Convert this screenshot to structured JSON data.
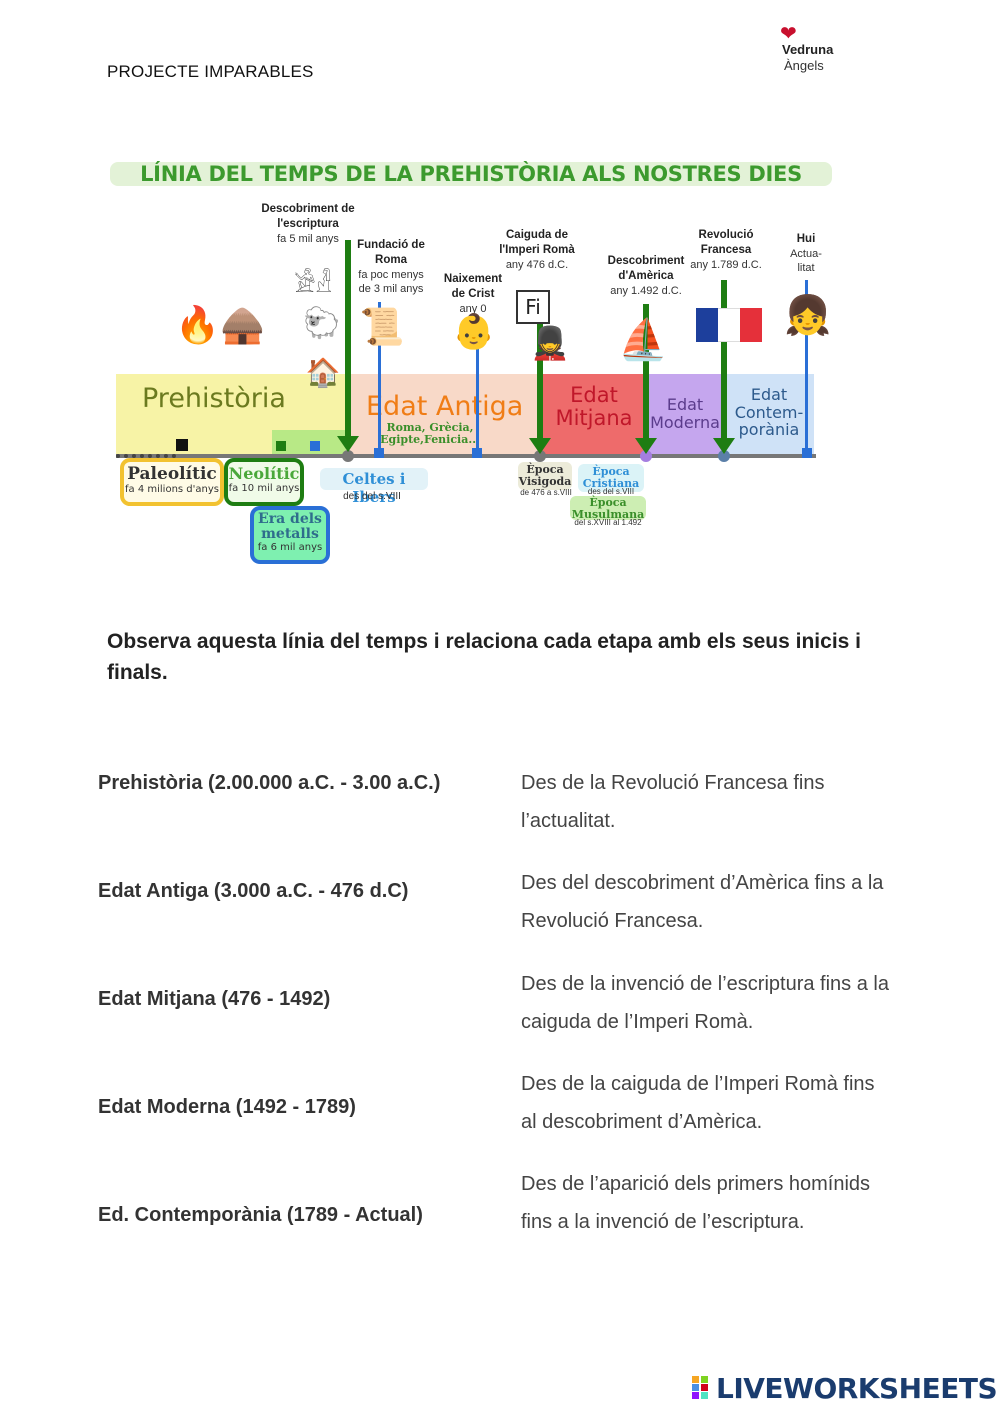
{
  "header": {
    "project": "PROJECTE IMPARABLES",
    "logo_line1": "Vedruna",
    "logo_line2": "Àngels"
  },
  "timeline": {
    "title": "LÍNIA DEL TEMPS DE LA PREHISTÒRIA ALS NOSTRES DIES",
    "events": {
      "escriptura": {
        "name": "Descobriment de l'escriptura",
        "date": "fa 5 mil anys"
      },
      "roma": {
        "name": "Fundació de Roma",
        "date": "fa poc menys de 3 mil anys"
      },
      "crist": {
        "name": "Naixement de Crist",
        "date": "any 0"
      },
      "imperi": {
        "name": "Caiguda de l'Imperi Romà",
        "date": "any 476 d.C."
      },
      "america": {
        "name": "Descobriment d'Amèrica",
        "date": "any 1.492 d.C."
      },
      "revolucio": {
        "name": "Revolució Francesa",
        "date": "any 1.789 d.C."
      },
      "hui": {
        "name": "Hui",
        "date": "Actua-litat"
      }
    },
    "fi_sign": "Fi",
    "bands": {
      "prehistoria": "Prehistòria",
      "antiga": "Edat Antiga",
      "antiga_sub": "Roma, Grècia, Egipte,Fenicia...",
      "mitjana": "Edat Mitjana",
      "moderna": "Edat Moderna",
      "contemporania": "Edat Contem-porània"
    },
    "periods": {
      "paleolitic": {
        "name": "Paleolític",
        "date": "fa 4 milions d'anys"
      },
      "neolitic": {
        "name": "Neolític",
        "date": "fa 10 mil anys"
      },
      "metalls": {
        "name": "Era dels metalls",
        "date": "fa 6 mil anys"
      },
      "celtes": {
        "name": "Celtes i Ibers",
        "date": "des del s.VIII"
      },
      "visigoda": {
        "name": "Època Visigoda",
        "date": "de 476 a s.VIII"
      },
      "cristiana": {
        "name": "Època Cristiana",
        "date": "des del s.VIII"
      },
      "musulmana": {
        "name": "Època Musulmana",
        "date": "del s.XVIII al 1.492"
      }
    },
    "colors": {
      "prehistoria": "#f7f3a6",
      "antiga": "#f8d9c8",
      "mitjana": "#ee6b6b",
      "moderna": "#c5a6ee",
      "contemporania": "#cfe2f7",
      "green": "#1e7d12",
      "blue": "#2a6fd6"
    }
  },
  "question": "Observa aquesta línia del temps i relaciona cada etapa amb els seus inicis i finals.",
  "stages": [
    "Prehistòria (2.00.000 a.C. - 3.00 a.C.)",
    "Edat Antiga (3.000 a.C. - 476 d.C)",
    "Edat Mitjana (476 - 1492)",
    "Edat Moderna (1492 - 1789)",
    "Ed. Contemporània (1789 - Actual)"
  ],
  "descriptions": [
    "Des de la Revolució Francesa fins l’actualitat.",
    "Des del descobriment d’Amèrica fins a la Revolució Francesa.",
    "Des de la invenció de l’escriptura fins a la caiguda de l’Imperi Romà.",
    "Des de la caiguda de l’Imperi Romà fins al descobriment d’Amèrica.",
    "Des de l’aparició dels primers homínids fins a la invenció de l’escriptura."
  ],
  "footer": {
    "brand": "LIVEWORKSHEETS"
  }
}
